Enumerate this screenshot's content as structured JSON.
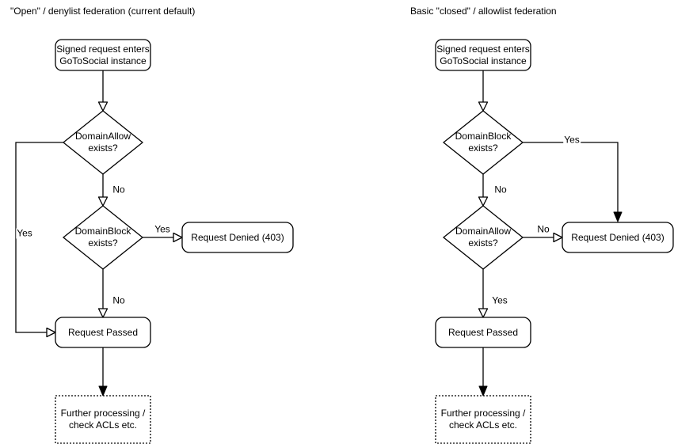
{
  "canvas": {
    "background_color": "#ffffff",
    "stroke_color": "#000000",
    "text_color": "#000000"
  },
  "charts": {
    "left": {
      "title": "\"Open\" / denylist federation (current default)",
      "start": "Signed request enters\nGoToSocial instance",
      "decision1": "DomainAllow\nexists?",
      "decision2": "DomainBlock\nexists?",
      "denied": "Request Denied (403)",
      "passed": "Request Passed",
      "further": "Further processing /\ncheck ACLs etc.",
      "labels": {
        "decision1_no": "No",
        "decision1_yes": "Yes",
        "decision2_yes": "Yes",
        "decision2_no": "No"
      }
    },
    "right": {
      "title": "Basic \"closed\" / allowlist federation",
      "start": "Signed request enters\nGoToSocial instance",
      "decision1": "DomainBlock\nexists?",
      "decision2": "DomainAllow\nexists?",
      "denied": "Request Denied (403)",
      "passed": "Request Passed",
      "further": "Further processing /\ncheck ACLs etc.",
      "labels": {
        "decision1_yes": "Yes",
        "decision1_no": "No",
        "decision2_no": "No",
        "decision2_yes": "Yes"
      }
    }
  }
}
